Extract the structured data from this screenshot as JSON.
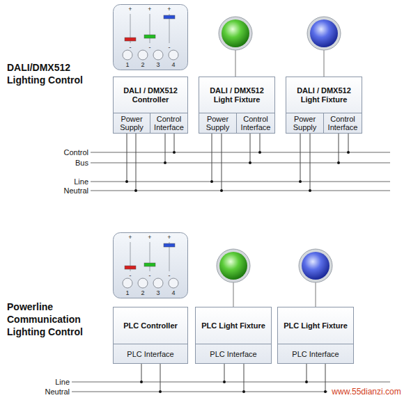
{
  "diagram": {
    "nodes": [
      {
        "text": [
          "+",
          "+",
          "+",
          "-",
          "-",
          "-",
          "1",
          "2",
          "3",
          "4"
        ]
      },
      {
        "text": [
          "DALI / DMX512 Controller"
        ]
      },
      {
        "text": [
          "Power Supply"
        ],
        "in": 1
      },
      {
        "text": [
          "Control Interface"
        ],
        "in": 1
      },
      {
        "text": [
          "DALI / DMX512 Light Fixture"
        ]
      },
      {
        "text": [
          "Power Supply"
        ],
        "in": 4
      },
      {
        "text": [
          "Control Interface"
        ],
        "in": 4
      },
      {
        "text": [
          "DALI / DMX512 Light Fixture"
        ]
      },
      {
        "text": [
          "Power Supply"
        ],
        "in": 7
      },
      {
        "text": [
          "Control Interface"
        ],
        "in": 7
      },
      {
        "text": [
          "+",
          "+",
          "+",
          "-",
          "-",
          "-",
          "1",
          "2",
          "3",
          "4"
        ]
      },
      {
        "text": [
          "PLC Controller"
        ]
      },
      {
        "text": [
          "PLC Interface"
        ],
        "in": 11
      },
      {
        "text": [
          "PLC Light Fixture"
        ]
      },
      {
        "text": [
          "PLC Interface"
        ],
        "in": 13
      },
      {
        "text": [
          "PLC Light Fixture"
        ]
      },
      {
        "text": [
          "PLC Interface"
        ],
        "in": 15
      }
    ],
    "labels": [
      "DALI/DMX512 Lighting Control",
      "Control",
      "Bus",
      "Line",
      "Neutral",
      "Powerline Communication Lighting Control",
      "Line",
      "Neutral",
      "www.55dianzi.com"
    ]
  }
}
